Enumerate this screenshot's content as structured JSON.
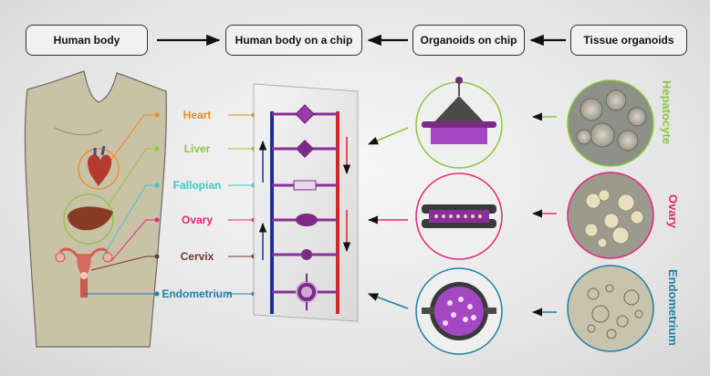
{
  "flow": {
    "human_body": "Human body",
    "body_on_chip": "Human body on a chip",
    "organoids_on_chip": "Organoids on chip",
    "tissue_organoids": "Tissue organoids"
  },
  "organs": [
    {
      "label": "Heart",
      "color": "#f08a1c"
    },
    {
      "label": "Liver",
      "color": "#8cc63f"
    },
    {
      "label": "Fallopian",
      "color": "#3ec9c2"
    },
    {
      "label": "Ovary",
      "color": "#e5257b"
    },
    {
      "label": "Cervix",
      "color": "#6b3a2a"
    },
    {
      "label": "Endometrium",
      "color": "#1f7fa6"
    }
  ],
  "organoid_labels": {
    "hepatocyte": "Hepatocyte",
    "ovary": "Ovary",
    "endometrium": "Endometrium"
  },
  "colors": {
    "hepatocyte": "#8cc63f",
    "ovary": "#e5257b",
    "endometrium": "#1f7fa6",
    "chip_blue": "#1a2f9c",
    "chip_red": "#d8232a",
    "chip_purple": "#8a2f9a"
  }
}
